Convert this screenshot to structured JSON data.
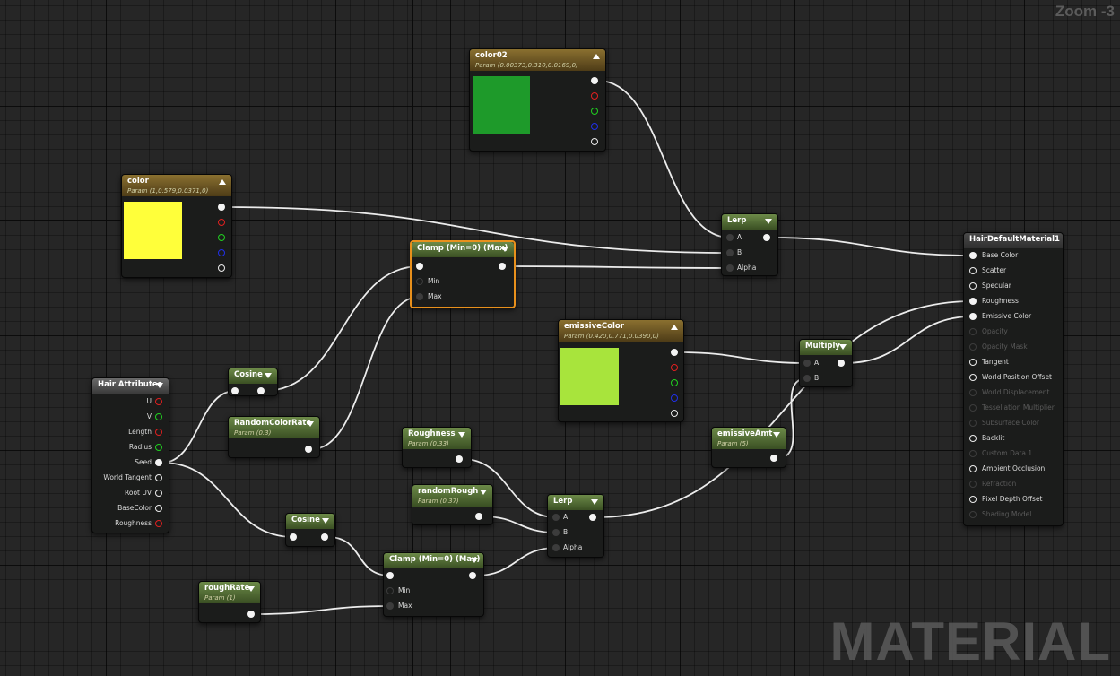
{
  "graph": {
    "zoom_label": "Zoom -3",
    "watermark": "MATERIAL",
    "grid_color": "#262626",
    "wire_color": "#ececec",
    "selection_color": "#e8901c"
  },
  "nodes": {
    "color02": {
      "title": "color02",
      "subtitle": "Param (0.00373,0.310,0.0169,0)",
      "swatch_color": "#1e9a2a",
      "collapse_icon": "triangle-up-icon"
    },
    "color": {
      "title": "color",
      "subtitle": "Param (1,0.579,0.0371,0)",
      "swatch_color": "#ffff3a",
      "collapse_icon": "triangle-up-icon"
    },
    "emissive_color": {
      "title": "emissiveColor",
      "subtitle": "Param (0.420,0.771,0.0390,0)",
      "swatch_color": "#a8e43c",
      "collapse_icon": "triangle-up-icon"
    },
    "lerp_top": {
      "title": "Lerp",
      "inputs": [
        "A",
        "B",
        "Alpha"
      ]
    },
    "clamp_top": {
      "title": "Clamp (Min=0) (Max)",
      "inputs": [
        "Min",
        "Max"
      ]
    },
    "multiply": {
      "title": "Multiply",
      "inputs": [
        "A",
        "B"
      ]
    },
    "hair_attributes": {
      "title": "Hair Attributes",
      "outputs": [
        "U",
        "V",
        "Length",
        "Radius",
        "Seed",
        "World Tangent",
        "Root UV",
        "BaseColor",
        "Roughness"
      ]
    },
    "cosine_top": {
      "title": "Cosine"
    },
    "random_color_rate": {
      "title": "RandomColorRate",
      "subtitle": "Param (0.3)"
    },
    "roughness": {
      "title": "Roughness",
      "subtitle": "Param (0.33)"
    },
    "random_rough": {
      "title": "randomRough",
      "subtitle": "Param (0.37)"
    },
    "emissive_amt": {
      "title": "emissiveAmt",
      "subtitle": "Param (5)"
    },
    "lerp_bottom": {
      "title": "Lerp",
      "inputs": [
        "A",
        "B",
        "Alpha"
      ]
    },
    "cosine_bottom": {
      "title": "Cosine"
    },
    "clamp_bottom": {
      "title": "Clamp (Min=0) (Max)",
      "inputs": [
        "Min",
        "Max"
      ]
    },
    "rough_rate": {
      "title": "roughRate",
      "subtitle": "Param (1)"
    },
    "material": {
      "title": "HairDefaultMaterial1",
      "inputs": [
        {
          "label": "Base Color",
          "enabled": true,
          "connected": true
        },
        {
          "label": "Scatter",
          "enabled": true,
          "connected": false
        },
        {
          "label": "Specular",
          "enabled": true,
          "connected": false
        },
        {
          "label": "Roughness",
          "enabled": true,
          "connected": true
        },
        {
          "label": "Emissive Color",
          "enabled": true,
          "connected": true
        },
        {
          "label": "Opacity",
          "enabled": false,
          "connected": false
        },
        {
          "label": "Opacity Mask",
          "enabled": false,
          "connected": false
        },
        {
          "label": "Tangent",
          "enabled": true,
          "connected": false
        },
        {
          "label": "World Position Offset",
          "enabled": true,
          "connected": false
        },
        {
          "label": "World Displacement",
          "enabled": false,
          "connected": false
        },
        {
          "label": "Tessellation Multiplier",
          "enabled": false,
          "connected": false
        },
        {
          "label": "Subsurface Color",
          "enabled": false,
          "connected": false
        },
        {
          "label": "Backlit",
          "enabled": true,
          "connected": false
        },
        {
          "label": "Custom Data 1",
          "enabled": false,
          "connected": false
        },
        {
          "label": "Ambient Occlusion",
          "enabled": true,
          "connected": false
        },
        {
          "label": "Refraction",
          "enabled": false,
          "connected": false
        },
        {
          "label": "Pixel Depth Offset",
          "enabled": true,
          "connected": false
        },
        {
          "label": "Shading Model",
          "enabled": false,
          "connected": false
        }
      ]
    }
  }
}
